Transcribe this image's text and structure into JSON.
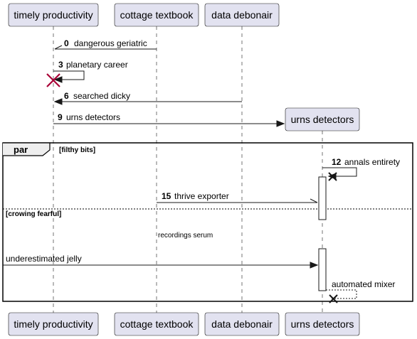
{
  "participants": [
    {
      "label": "timely productivity"
    },
    {
      "label": "cottage textbook"
    },
    {
      "label": "data debonair"
    },
    {
      "label": "urns detectors"
    }
  ],
  "messages": [
    {
      "num": "0",
      "text": "dangerous geriatric"
    },
    {
      "num": "3",
      "text": "planetary career"
    },
    {
      "num": "6",
      "text": "searched dicky"
    },
    {
      "num": "9",
      "text": "urns detectors"
    },
    {
      "num": "12",
      "text": "annals entirety"
    },
    {
      "num": "15",
      "text": "thrive exporter"
    },
    {
      "num": "",
      "text": "recordings serum"
    },
    {
      "num": "",
      "text": "underestimated jelly"
    },
    {
      "num": "",
      "text": "automated mixer"
    }
  ],
  "group": {
    "keyword": "par",
    "condition1": "[filthy bits]",
    "condition2": "[crowing fearful]"
  },
  "colors": {
    "participant_fill": "#e2e2f0",
    "line": "#181818",
    "destroy_red": "#a80036"
  }
}
